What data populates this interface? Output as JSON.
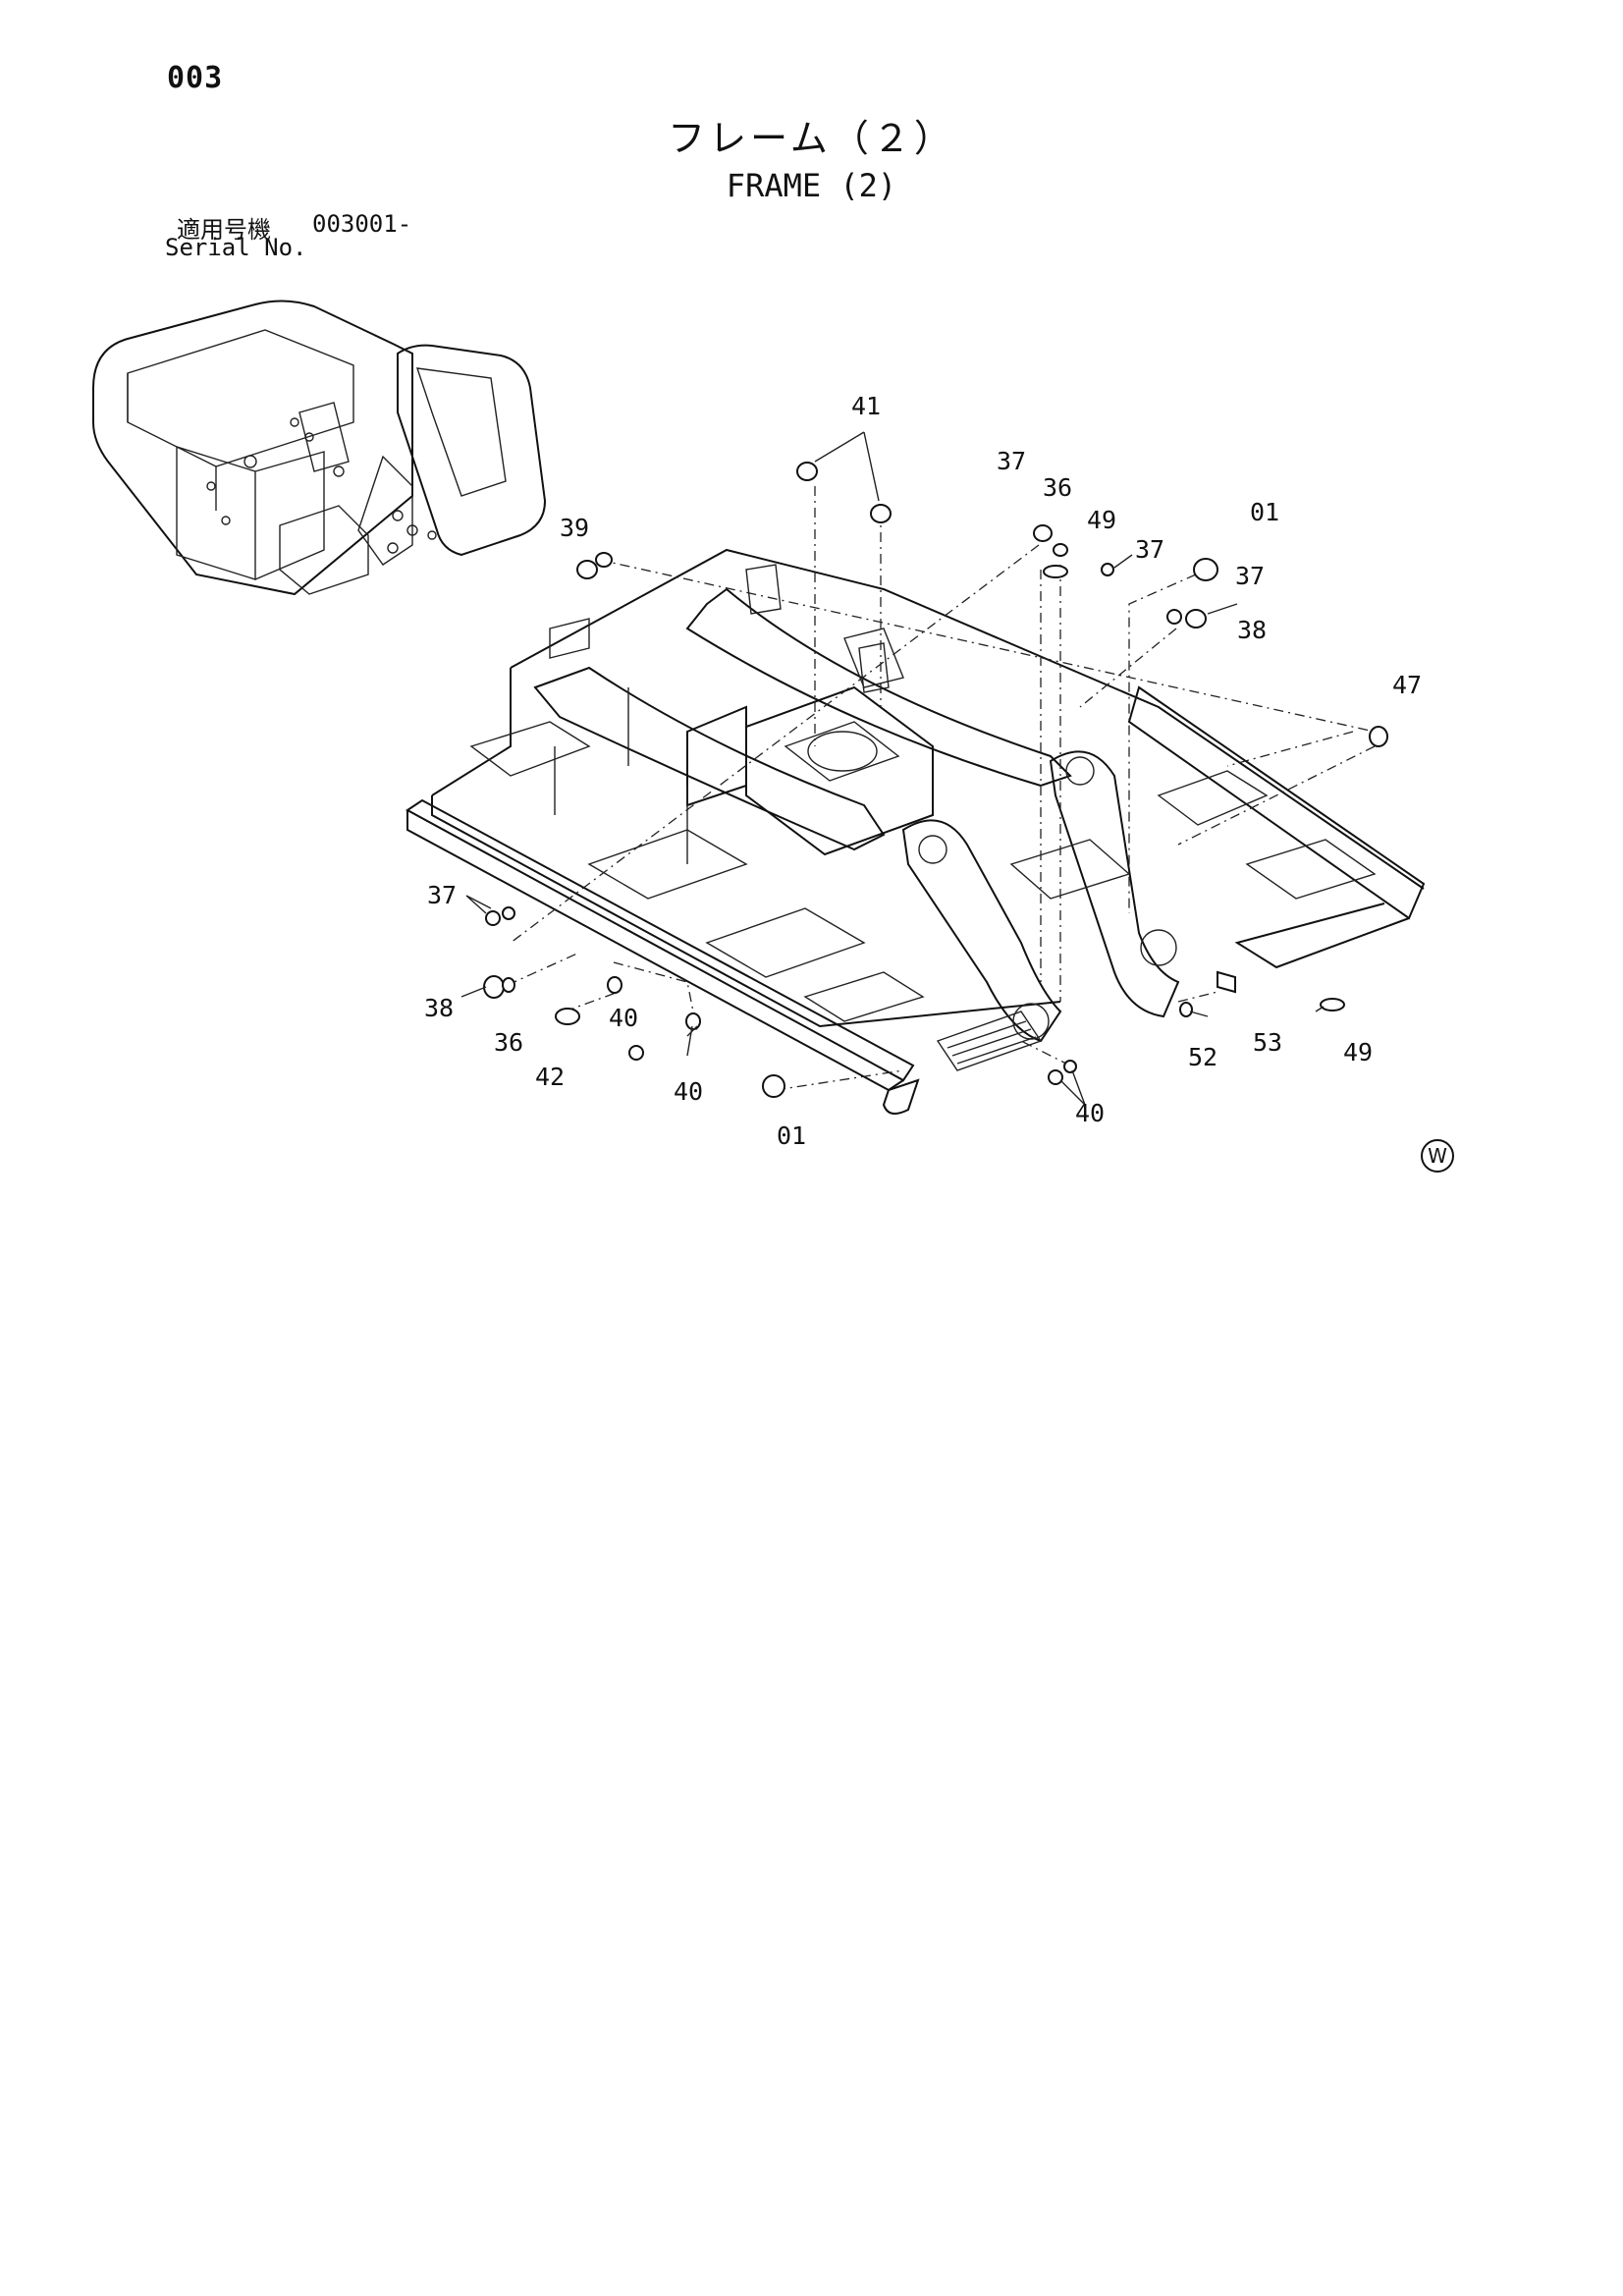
{
  "page_number": "003",
  "title_jp": "フレーム（２）",
  "title_en": "FRAME (2)",
  "serial": {
    "label_jp": "適用号機",
    "value": "003001-",
    "label_en": "Serial No."
  },
  "part_callouts": [
    "41",
    "37",
    "36",
    "49",
    "37",
    "01",
    "37",
    "38",
    "39",
    "47",
    "37",
    "38",
    "36",
    "42",
    "40",
    "40",
    "01",
    "40",
    "52",
    "53",
    "49"
  ],
  "corner_mark": "W"
}
